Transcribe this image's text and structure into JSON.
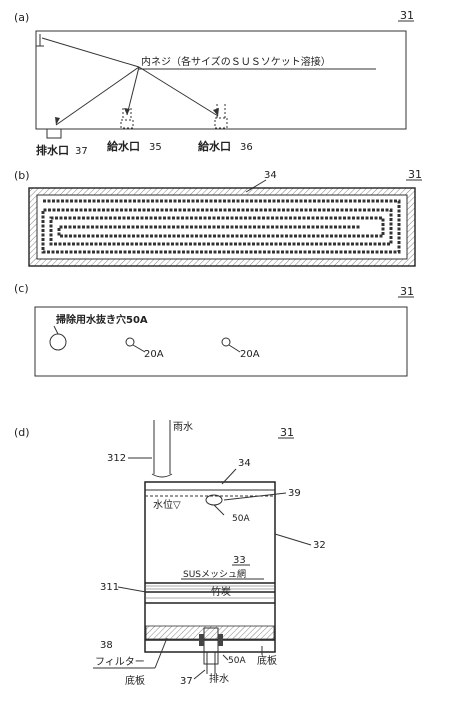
{
  "panels": {
    "a": {
      "label": "(a)",
      "ref": "31",
      "thread_note": "内ネジ（各サイズのＳＵＳソケット溶接）",
      "drain": {
        "label": "排水口",
        "num": "37"
      },
      "supply1": {
        "label": "給水口",
        "num": "35"
      },
      "supply2": {
        "label": "給水口",
        "num": "36"
      }
    },
    "b": {
      "label": "(b)",
      "ref": "31",
      "num": "34"
    },
    "c": {
      "label": "(c)",
      "ref": "31",
      "hole_label": "掃除用水抜き穴50A",
      "port1": "20A",
      "port2": "20A"
    },
    "d": {
      "label": "(d)",
      "ref": "31",
      "rain": "雨水",
      "pipe_num": "312",
      "top_num": "34",
      "water_level": "水位▽",
      "float_num": "39",
      "float_size": "50A",
      "wall_num": "32",
      "mesh_num": "33",
      "mesh_label": "SUSメッシュ網",
      "charcoal_num": "311",
      "charcoal_label": "竹炭",
      "filter_num": "38",
      "filter_label": "フィルター",
      "bottom_left": "底板",
      "drain_size": "50A",
      "drain_num": "37",
      "drain_label": "排水",
      "bottom_right": "底板"
    }
  }
}
